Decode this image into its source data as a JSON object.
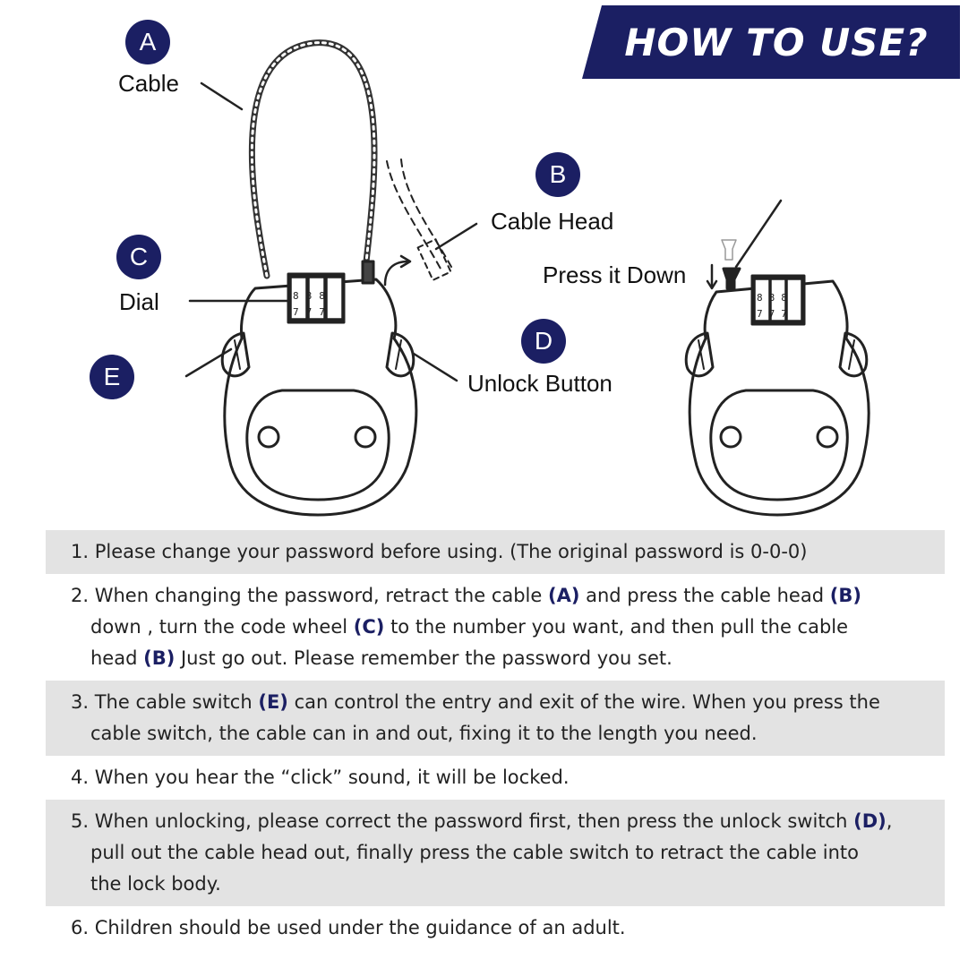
{
  "banner": {
    "title": "HOW TO USE?"
  },
  "parts": [
    {
      "letter": "A",
      "label": "Cable"
    },
    {
      "letter": "B",
      "label": "Cable Head"
    },
    {
      "letter": "C",
      "label": "Dial"
    },
    {
      "letter": "D",
      "label": "Unlock Button"
    },
    {
      "letter": "E",
      "label": ""
    }
  ],
  "press_label": "Press it Down",
  "dial_digits": "888",
  "dial_digits_bottom": "777",
  "steps": [
    {
      "shaded": true,
      "segments": [
        {
          "text": "1. Please change your password before using. (The original password is 0-0-0)"
        }
      ]
    },
    {
      "shaded": false,
      "segments": [
        {
          "text": "2. When changing the password, retract the cable "
        },
        {
          "text": "(A)",
          "hl": true
        },
        {
          "text": " and press the cable head "
        },
        {
          "text": "(B)",
          "hl": true
        },
        {
          "text": "",
          "br": true
        },
        {
          "text": "down , turn the code wheel "
        },
        {
          "text": "(C)",
          "hl": true
        },
        {
          "text": " to the number you want, and then pull the cable"
        },
        {
          "text": "",
          "br": true
        },
        {
          "text": "head "
        },
        {
          "text": "(B)",
          "hl": true
        },
        {
          "text": " Just go out. Please remember the password you set."
        }
      ]
    },
    {
      "shaded": true,
      "segments": [
        {
          "text": "3. The cable switch "
        },
        {
          "text": "(E)",
          "hl": true
        },
        {
          "text": " can control the entry and exit of the wire. When you press the"
        },
        {
          "text": "",
          "br": true
        },
        {
          "text": "cable switch, the cable can in and out, fixing it to the length you need."
        }
      ]
    },
    {
      "shaded": false,
      "segments": [
        {
          "text": "4. When  you hear the “click” sound, it will be locked."
        }
      ]
    },
    {
      "shaded": true,
      "segments": [
        {
          "text": "5. When unlocking, please correct the password first, then press the unlock switch "
        },
        {
          "text": "(D)",
          "hl": true
        },
        {
          "text": ",",
          "br_after": true
        },
        {
          "text": "pull out the cable head out, finally press the cable switch to retract the cable into"
        },
        {
          "text": "",
          "br": true
        },
        {
          "text": "the lock body."
        }
      ]
    },
    {
      "shaded": false,
      "segments": [
        {
          "text": "6. Children should be used under the guidance of an adult."
        }
      ]
    }
  ]
}
